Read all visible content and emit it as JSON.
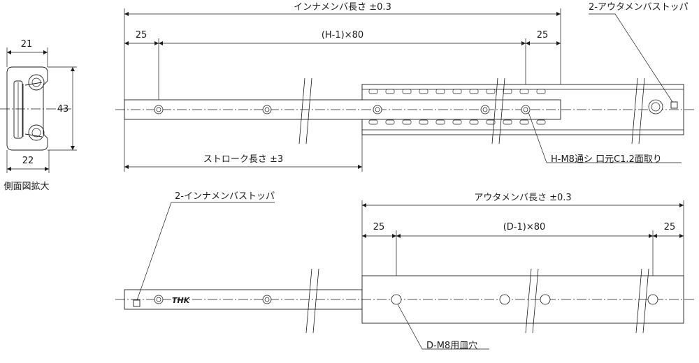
{
  "side_view": {
    "caption": "側面図拡大",
    "dim_top": "21",
    "dim_bottom": "22",
    "dim_height": "43"
  },
  "inner": {
    "length_label": "インナメンバ長さ ±0.3",
    "end_left": "25",
    "pitch": "(H-1)×80",
    "end_right": "25",
    "stroke_label": "ストローク長さ ±3",
    "hole_note": "H-M8通シ 口元C1.2面取り",
    "stopper_label": "2-インナメンバストッパ",
    "logo": "THK"
  },
  "outer": {
    "length_label": "アウタメンバ長さ ±0.3",
    "end_left": "25",
    "pitch": "(D-1)×80",
    "end_right": "25",
    "hole_note": "D-M8用皿穴",
    "stopper_label": "2-アウタメンバストッパ"
  }
}
